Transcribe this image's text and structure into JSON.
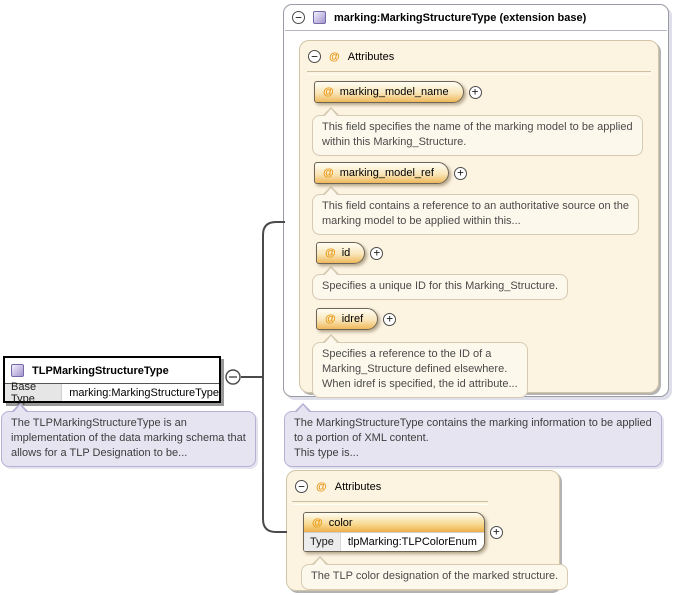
{
  "icons": {
    "collapse": "−",
    "expand": "+",
    "at": "@"
  },
  "left_box": {
    "title": "TLPMarkingStructureType",
    "base_type_label": "Base Type",
    "base_type_value": "marking:MarkingStructureType",
    "doc": "The TLPMarkingStructureType is an\nimplementation of the data marking schema that\nallows for a TLP Designation to be..."
  },
  "extension_base": {
    "title": "marking:MarkingStructureType (extension base)",
    "attributes_label": "Attributes",
    "attributes": [
      {
        "name": "marking_model_name",
        "doc": "This field specifies the name of the marking model to be applied\nwithin this Marking_Structure."
      },
      {
        "name": "marking_model_ref",
        "doc": "This field contains a reference to an authoritative source on the\nmarking model to be applied within this..."
      },
      {
        "name": "id",
        "doc": "Specifies a unique ID for this Marking_Structure."
      },
      {
        "name": "idref",
        "doc": "Specifies a reference to the ID of a\nMarking_Structure defined elsewhere.\nWhen idref is specified, the id attribute..."
      }
    ],
    "doc": "The MarkingStructureType contains the marking information to be applied\nto a portion of XML content.\nThis type is..."
  },
  "local_attributes": {
    "attributes_label": "Attributes",
    "color_attribute": {
      "name": "color",
      "type_label": "Type",
      "type_value": "tlpMarking:TLPColorEnum",
      "doc": "The TLP color designation of the marked structure."
    }
  }
}
